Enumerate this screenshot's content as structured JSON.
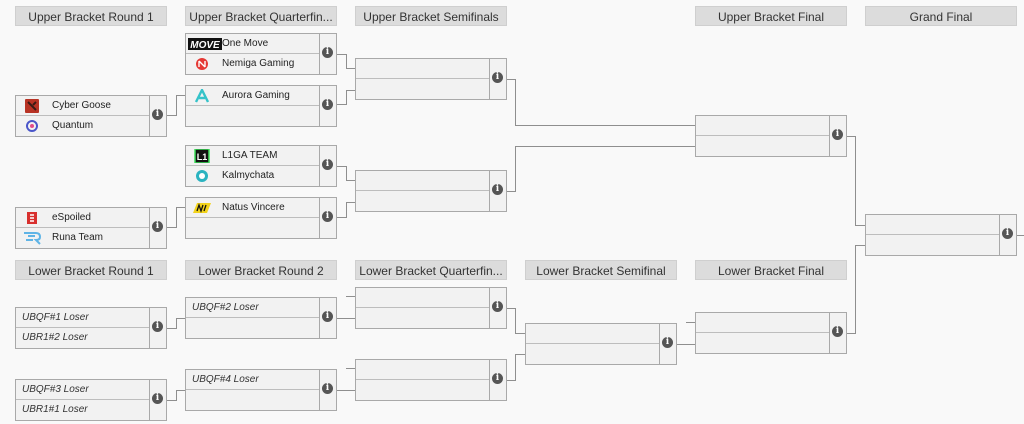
{
  "headers": {
    "ubr1": "Upper Bracket Round 1",
    "ubqf": "Upper Bracket Quarterfin...",
    "ubsf": "Upper Bracket Semifinals",
    "ubf": "Upper Bracket Final",
    "gf": "Grand Final",
    "lbr1": "Lower Bracket Round 1",
    "lbr2": "Lower Bracket Round 2",
    "lbqf": "Lower Bracket Quarterfin...",
    "lbsf": "Lower Bracket Semifinal",
    "lbf": "Lower Bracket Final"
  },
  "teams": {
    "one_move": "One Move",
    "nemiga": "Nemiga Gaming",
    "cyber_goose": "Cyber Goose",
    "quantum": "Quantum",
    "aurora": "Aurora Gaming",
    "l1ga": "L1GA TEAM",
    "kalmychata": "Kalmychata",
    "espoiled": "eSpoiled",
    "runa": "Runa Team",
    "navi": "Natus Vincere"
  },
  "placeholders": {
    "ubqf1_loser": "UBQF#1 Loser",
    "ubr1_2_loser": "UBR1#2 Loser",
    "ubqf3_loser": "UBQF#3 Loser",
    "ubr1_1_loser": "UBR1#1 Loser",
    "ubqf2_loser": "UBQF#2 Loser",
    "ubqf4_loser": "UBQF#4 Loser"
  },
  "logo_text": {
    "move": "MOVE",
    "l1": "L1"
  },
  "info_glyph": "i",
  "colors": {
    "header_bg": "#dcdcdc",
    "match_bg": "#f2f2f2",
    "connector": "#8f8f8f",
    "border": "#a9a9a9"
  }
}
